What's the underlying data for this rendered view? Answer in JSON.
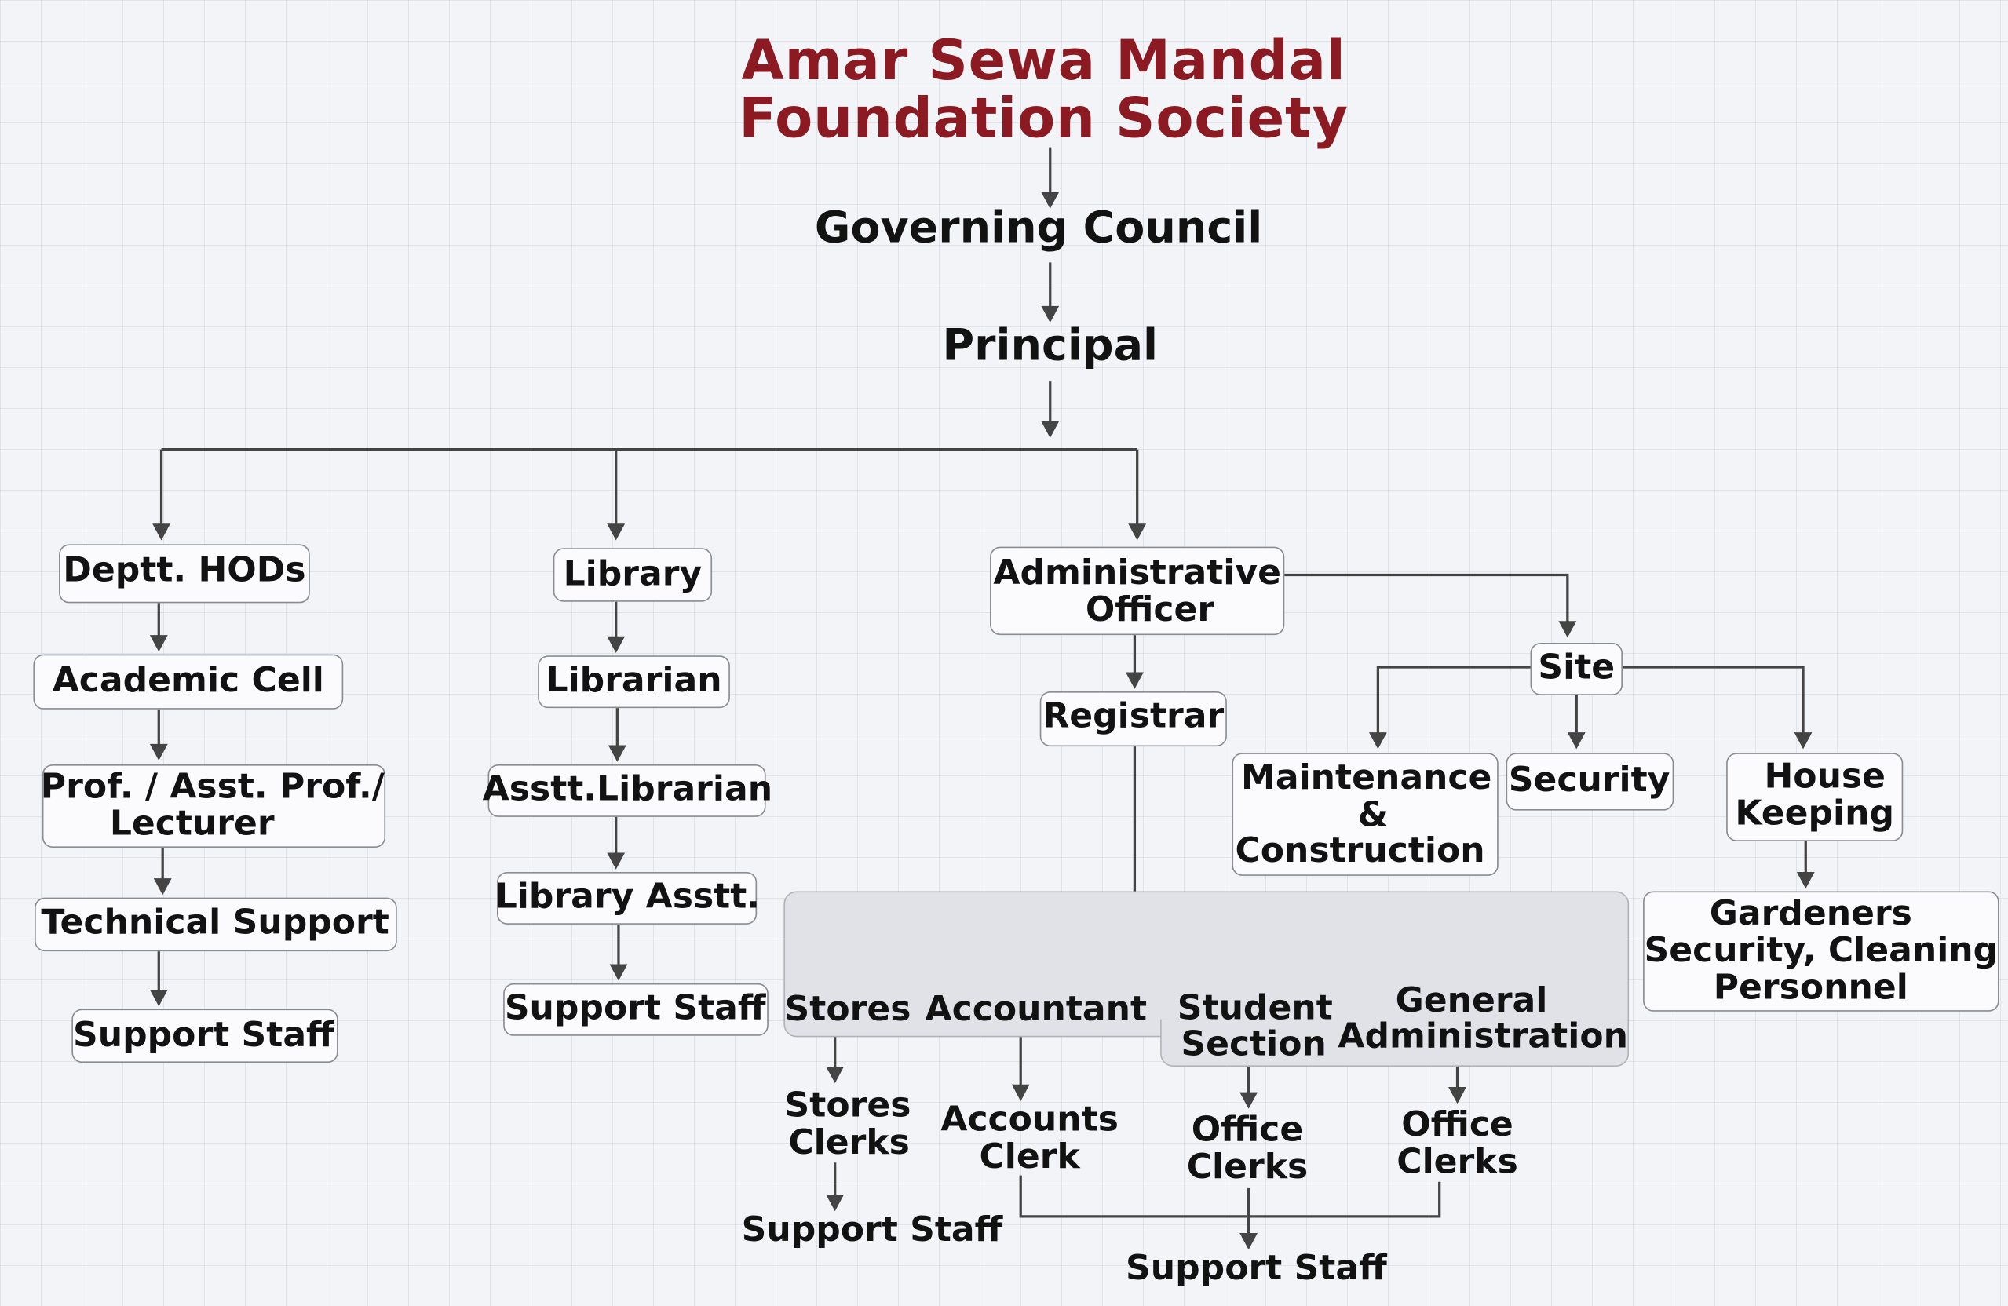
{
  "title": {
    "line1": "Amar Sewa Mandal",
    "line2": "Foundation Society"
  },
  "colors": {
    "title": "#8b1a22",
    "text": "#121212",
    "line": "#444444",
    "box_border": "#8a8c94",
    "panel": "#e1e2e7"
  },
  "nodes": {
    "governing_council": "Governing Council",
    "principal": "Principal",
    "deptt_hods": "Deptt. HODs",
    "academic_cell": "Academic Cell",
    "faculty": {
      "line1": "Prof. / Asst. Prof./",
      "line2": "Lecturer"
    },
    "technical_support": "Technical Support",
    "academic_support_staff": "Support Staff",
    "library": "Library",
    "librarian": "Librarian",
    "asstt_librarian": "Asstt.Librarian",
    "library_asstt": "Library Asstt.",
    "library_support_staff": "Support Staff",
    "administrative_officer": {
      "line1": "Administrative",
      "line2": "Officer"
    },
    "registrar": "Registrar",
    "site": "Site",
    "maintenance": {
      "line1": "Maintenance",
      "line2": "&",
      "line3": "Construction"
    },
    "security": "Security",
    "house_keeping": {
      "line1": "House",
      "line2": "Keeping"
    },
    "gardeners": {
      "line1": "Gardeners",
      "line2": "Security, Cleaning",
      "line3": "Personnel"
    },
    "stores": "Stores",
    "accountant": "Accountant",
    "student_section": {
      "line1": "Student",
      "line2": "Section"
    },
    "general_administration": {
      "line1": "General",
      "line2": "Administration"
    },
    "stores_clerks": {
      "line1": "Stores",
      "line2": "Clerks"
    },
    "accounts_clerk": {
      "line1": "Accounts",
      "line2": "Clerk"
    },
    "office_clerks_student": {
      "line1": "Office",
      "line2": "Clerks"
    },
    "office_clerks_general": {
      "line1": "Office",
      "line2": "Clerks"
    },
    "stores_support_staff": "Support Staff",
    "office_support_staff": "Support Staff"
  }
}
